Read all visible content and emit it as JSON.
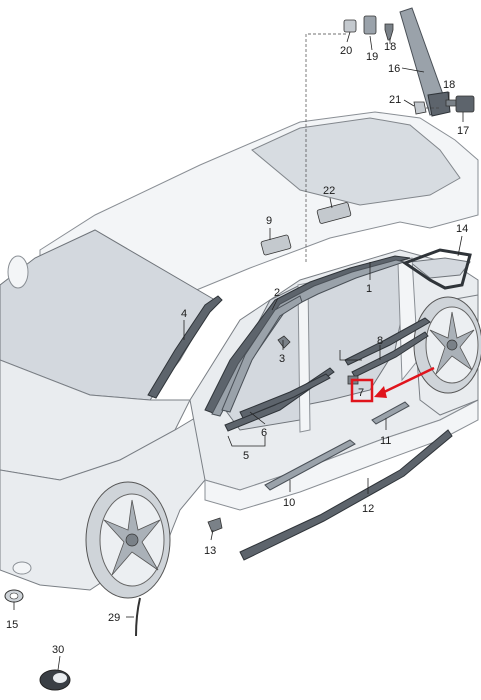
{
  "callouts": {
    "c1": "1",
    "c2": "2",
    "c3": "3",
    "c4": "4",
    "c5": "5",
    "c6": "6",
    "c7": "7",
    "c8": "8",
    "c9": "9",
    "c10": "10",
    "c11": "11",
    "c12": "12",
    "c13": "13",
    "c14": "14",
    "c15": "15",
    "c16": "16",
    "c17": "17",
    "c18a": "18",
    "c18b": "18",
    "c19": "19",
    "c20": "20",
    "c21": "21",
    "c22": "22",
    "c29": "29",
    "c30": "30"
  },
  "colors": {
    "highlight": "#e0141c",
    "trim": "#5d646c",
    "body": "#e9ecef"
  },
  "highlighted_callout": "7"
}
